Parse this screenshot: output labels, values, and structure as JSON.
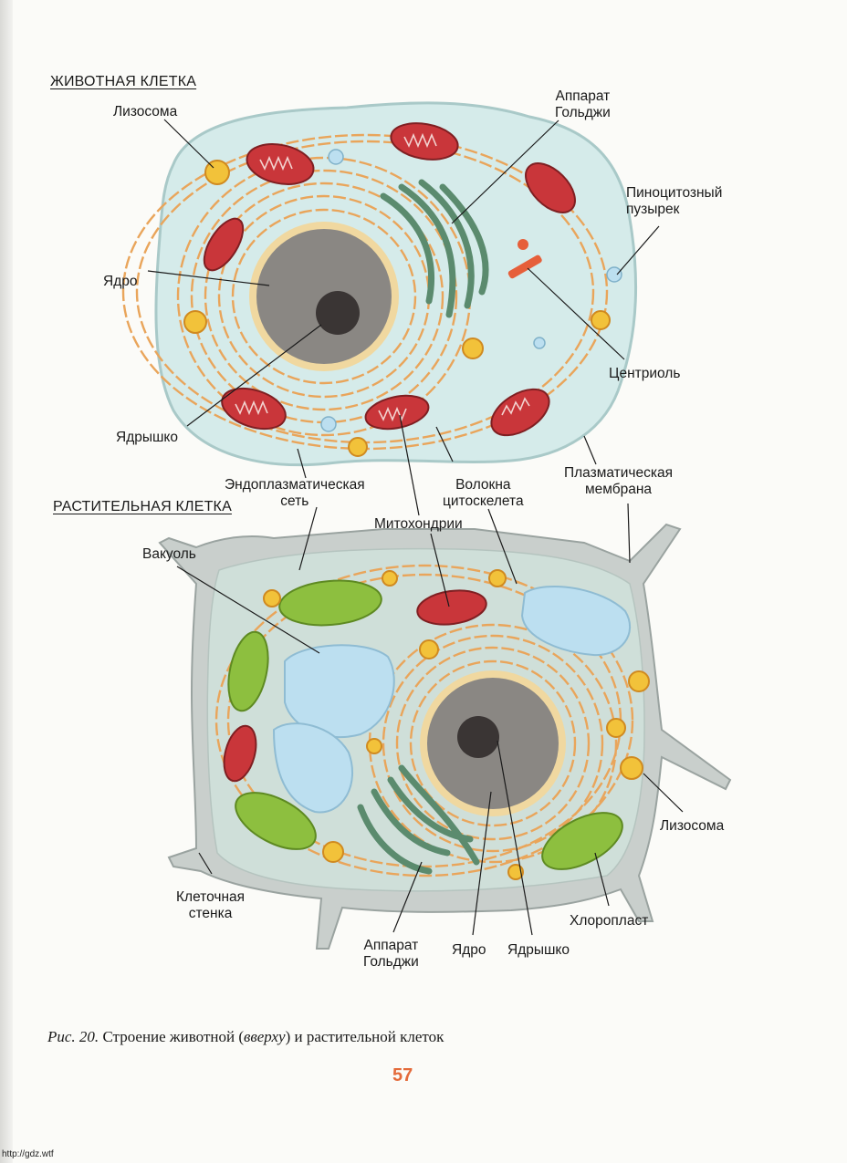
{
  "animal": {
    "title": "ЖИВОТНАЯ КЛЕТКА",
    "labels": {
      "lysosome": "Лизосома",
      "golgi": [
        "Аппарат",
        "Гольджи"
      ],
      "pinocytic": [
        "Пиноцитозный",
        "пузырек"
      ],
      "nucleus": "Ядро",
      "centriole": "Центриоль",
      "nucleolus": "Ядрышко",
      "er": [
        "Эндоплазматическая",
        "сеть"
      ],
      "cytoskeleton": [
        "Волокна",
        "цитоскелета"
      ],
      "membrane": [
        "Плазматическая",
        "мембрана"
      ],
      "mitochondria": "Митохондрии"
    }
  },
  "plant": {
    "title": "РАСТИТЕЛЬНАЯ КЛЕТКА",
    "labels": {
      "vacuole": "Вакуоль",
      "lysosome": "Лизосома",
      "cell_wall": [
        "Клеточная",
        "стенка"
      ],
      "chloroplast": "Хлоропласт",
      "golgi": [
        "Аппарат",
        "Гольджи"
      ],
      "nucleus": "Ядро",
      "nucleolus": "Ядрышко"
    }
  },
  "caption": {
    "prefix": "Рис. 20.",
    "text_a": " Строение животной (",
    "emph": "вверху",
    "text_b": ") и растительной клеток"
  },
  "page_number": "57",
  "watermark": "http://gdz.wtf",
  "colors": {
    "cytoplasm": "#d5ebea",
    "plant_cytoplasm": "#cfdfd9",
    "cell_wall": "#c9cfcc",
    "nucleus": "#8a8783",
    "nucleolus": "#3a3534",
    "mitochondria": "#c9363a",
    "chloroplast": "#8dbf3f",
    "vacuole": "#bcdff0",
    "lysosome": "#f2c23a",
    "golgi": "#5b8b6e",
    "er": "#e9a55b"
  }
}
